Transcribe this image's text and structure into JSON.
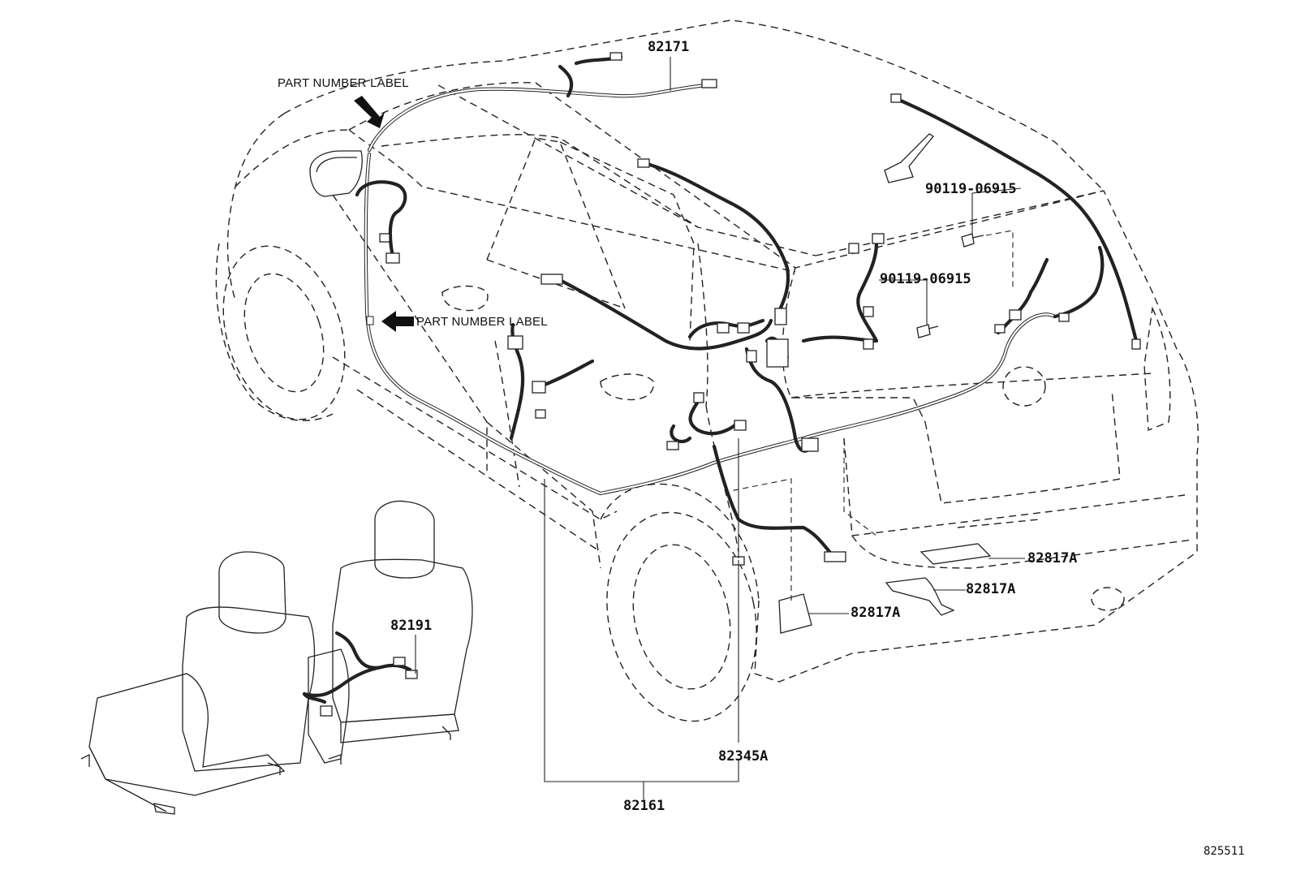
{
  "labels": {
    "part_number_label_top": "PART NUMBER LABEL",
    "part_number_label_mid": "PART NUMBER LABEL",
    "p82171": "82171",
    "p90119_upper": "90119-06915",
    "p90119_lower": "90119-06915",
    "p82817A_1": "82817A",
    "p82817A_2": "82817A",
    "p82817A_3": "82817A",
    "p82191": "82191",
    "p82345A": "82345A",
    "p82161": "82161",
    "diagram_id": "825511"
  }
}
